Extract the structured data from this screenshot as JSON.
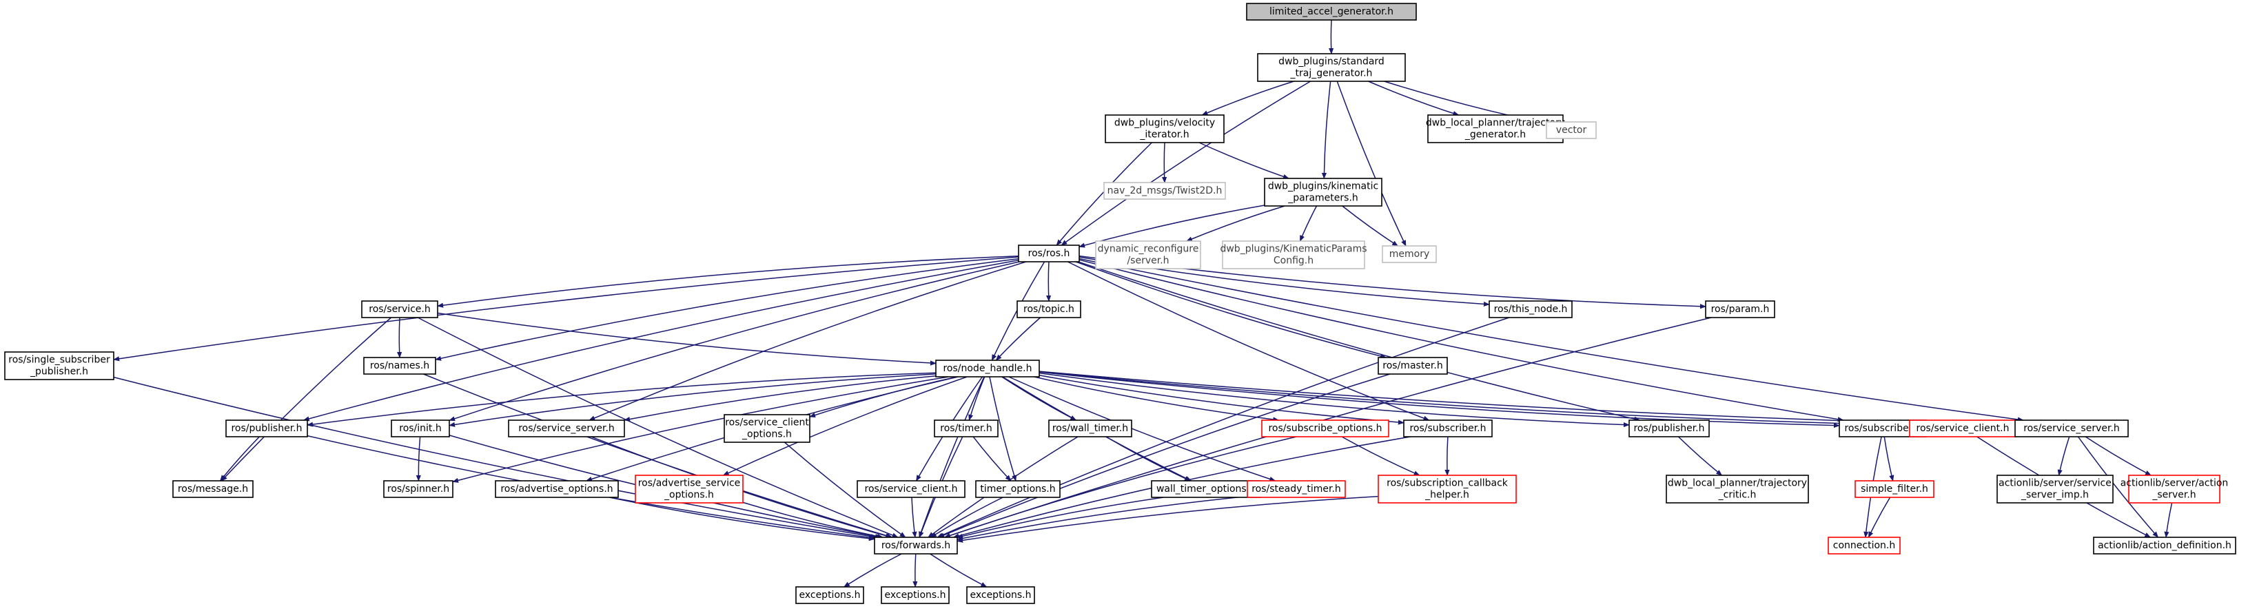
{
  "colors": {
    "edge": "#191970",
    "border_default": "#000000",
    "border_missing": "#bfbfbf",
    "border_truncated": "#ff0000",
    "root_fill": "#bfbfbf",
    "text_default": "#000000",
    "text_missing": "#404040"
  },
  "nodes": [
    {
      "id": "root",
      "lines": [
        "limited_accel_generator.h"
      ],
      "kind": "root"
    },
    {
      "id": "stg",
      "lines": [
        "dwb_plugins/standard",
        "_traj_generator.h"
      ],
      "kind": "normal"
    },
    {
      "id": "vel",
      "lines": [
        "dwb_plugins/velocity",
        "_iterator.h"
      ],
      "kind": "normal"
    },
    {
      "id": "dlp_tg",
      "lines": [
        "dwb_local_planner/trajectory",
        "_generator.h"
      ],
      "kind": "normal"
    },
    {
      "id": "vector",
      "lines": [
        "vector"
      ],
      "kind": "missing"
    },
    {
      "id": "twist",
      "lines": [
        "nav_2d_msgs/Twist2D.h"
      ],
      "kind": "missing"
    },
    {
      "id": "kin",
      "lines": [
        "dwb_plugins/kinematic",
        "_parameters.h"
      ],
      "kind": "normal"
    },
    {
      "id": "ros",
      "lines": [
        "ros/ros.h"
      ],
      "kind": "normal"
    },
    {
      "id": "dynrec",
      "lines": [
        "dynamic_reconfigure",
        "/server.h"
      ],
      "kind": "missing"
    },
    {
      "id": "kpc",
      "lines": [
        "dwb_plugins/KinematicParams",
        "Config.h"
      ],
      "kind": "missing"
    },
    {
      "id": "memory",
      "lines": [
        "memory"
      ],
      "kind": "missing"
    },
    {
      "id": "service",
      "lines": [
        "ros/service.h"
      ],
      "kind": "normal"
    },
    {
      "id": "topic",
      "lines": [
        "ros/topic.h"
      ],
      "kind": "normal"
    },
    {
      "id": "thisnode",
      "lines": [
        "ros/this_node.h"
      ],
      "kind": "normal"
    },
    {
      "id": "param",
      "lines": [
        "ros/param.h"
      ],
      "kind": "normal"
    },
    {
      "id": "ssp",
      "lines": [
        "ros/single_subscriber",
        "_publisher.h"
      ],
      "kind": "normal"
    },
    {
      "id": "names",
      "lines": [
        "ros/names.h"
      ],
      "kind": "normal"
    },
    {
      "id": "master",
      "lines": [
        "ros/master.h"
      ],
      "kind": "normal"
    },
    {
      "id": "nh",
      "lines": [
        "ros/node_handle.h"
      ],
      "kind": "normal"
    },
    {
      "id": "pub1",
      "lines": [
        "ros/publisher.h"
      ],
      "kind": "normal"
    },
    {
      "id": "init",
      "lines": [
        "ros/init.h"
      ],
      "kind": "normal"
    },
    {
      "id": "ssrv1",
      "lines": [
        "ros/service_server.h"
      ],
      "kind": "normal"
    },
    {
      "id": "sco",
      "lines": [
        "ros/service_client",
        "_options.h"
      ],
      "kind": "normal"
    },
    {
      "id": "timer",
      "lines": [
        "ros/timer.h"
      ],
      "kind": "normal"
    },
    {
      "id": "wtimer",
      "lines": [
        "ros/wall_timer.h"
      ],
      "kind": "normal"
    },
    {
      "id": "subopt",
      "lines": [
        "ros/subscribe_options.h"
      ],
      "kind": "truncated"
    },
    {
      "id": "sub1",
      "lines": [
        "ros/subscriber.h"
      ],
      "kind": "normal"
    },
    {
      "id": "pub2",
      "lines": [
        "ros/publisher.h"
      ],
      "kind": "normal"
    },
    {
      "id": "sub2",
      "lines": [
        "ros/subscriber.h"
      ],
      "kind": "normal"
    },
    {
      "id": "sclient1",
      "lines": [
        "ros/service_client.h"
      ],
      "kind": "truncated"
    },
    {
      "id": "ssrv2",
      "lines": [
        "ros/service_server.h"
      ],
      "kind": "normal"
    },
    {
      "id": "message",
      "lines": [
        "ros/message.h"
      ],
      "kind": "normal"
    },
    {
      "id": "spinner",
      "lines": [
        "ros/spinner.h"
      ],
      "kind": "normal"
    },
    {
      "id": "advopt",
      "lines": [
        "ros/advertise_options.h"
      ],
      "kind": "normal"
    },
    {
      "id": "advsrv",
      "lines": [
        "ros/advertise_service",
        "_options.h"
      ],
      "kind": "truncated"
    },
    {
      "id": "sclient2",
      "lines": [
        "ros/service_client.h"
      ],
      "kind": "normal"
    },
    {
      "id": "timeropt",
      "lines": [
        "timer_options.h"
      ],
      "kind": "normal"
    },
    {
      "id": "wtopt",
      "lines": [
        "wall_timer_options.h"
      ],
      "kind": "normal"
    },
    {
      "id": "steady",
      "lines": [
        "ros/steady_timer.h"
      ],
      "kind": "truncated"
    },
    {
      "id": "scbh",
      "lines": [
        "ros/subscription_callback",
        "_helper.h"
      ],
      "kind": "truncated"
    },
    {
      "id": "dlp_tc",
      "lines": [
        "dwb_local_planner/trajectory",
        "_critic.h"
      ],
      "kind": "normal"
    },
    {
      "id": "sfilter",
      "lines": [
        "simple_filter.h"
      ],
      "kind": "truncated"
    },
    {
      "id": "conn",
      "lines": [
        "connection.h"
      ],
      "kind": "truncated"
    },
    {
      "id": "alsimp",
      "lines": [
        "actionlib/server/service",
        "_server_imp.h"
      ],
      "kind": "normal"
    },
    {
      "id": "alas",
      "lines": [
        "actionlib/server/action",
        "_server.h"
      ],
      "kind": "truncated"
    },
    {
      "id": "alad",
      "lines": [
        "actionlib/action_definition.h"
      ],
      "kind": "normal"
    },
    {
      "id": "fwd",
      "lines": [
        "ros/forwards.h"
      ],
      "kind": "normal"
    },
    {
      "id": "exc1",
      "lines": [
        "exceptions.h"
      ],
      "kind": "normal"
    },
    {
      "id": "exc2",
      "lines": [
        "exceptions.h"
      ],
      "kind": "normal"
    },
    {
      "id": "exc3",
      "lines": [
        "exceptions.h"
      ],
      "kind": "normal"
    }
  ],
  "edges": [
    [
      "root",
      "stg"
    ],
    [
      "stg",
      "vel"
    ],
    [
      "stg",
      "kin"
    ],
    [
      "stg",
      "dlp_tg"
    ],
    [
      "stg",
      "vector"
    ],
    [
      "stg",
      "ros"
    ],
    [
      "stg",
      "memory"
    ],
    [
      "vel",
      "twist"
    ],
    [
      "vel",
      "kin"
    ],
    [
      "vel",
      "ros"
    ],
    [
      "kin",
      "ros"
    ],
    [
      "kin",
      "dynrec"
    ],
    [
      "kin",
      "kpc"
    ],
    [
      "kin",
      "memory"
    ],
    [
      "ros",
      "service"
    ],
    [
      "ros",
      "topic"
    ],
    [
      "ros",
      "thisnode"
    ],
    [
      "ros",
      "param"
    ],
    [
      "ros",
      "ssp"
    ],
    [
      "ros",
      "names"
    ],
    [
      "ros",
      "master"
    ],
    [
      "ros",
      "nh"
    ],
    [
      "ros",
      "pub1"
    ],
    [
      "ros",
      "init"
    ],
    [
      "ros",
      "ssrv1"
    ],
    [
      "ros",
      "sub1"
    ],
    [
      "ros",
      "pub2"
    ],
    [
      "ros",
      "sub2"
    ],
    [
      "ros",
      "ssrv2"
    ],
    [
      "service",
      "names"
    ],
    [
      "service",
      "nh"
    ],
    [
      "service",
      "message"
    ],
    [
      "service",
      "fwd"
    ],
    [
      "topic",
      "nh"
    ],
    [
      "names",
      "fwd"
    ],
    [
      "master",
      "fwd"
    ],
    [
      "thisnode",
      "fwd"
    ],
    [
      "param",
      "fwd"
    ],
    [
      "ssp",
      "fwd"
    ],
    [
      "nh",
      "pub1"
    ],
    [
      "nh",
      "init"
    ],
    [
      "nh",
      "spinner"
    ],
    [
      "nh",
      "ssrv1"
    ],
    [
      "nh",
      "advopt"
    ],
    [
      "nh",
      "advsrv"
    ],
    [
      "nh",
      "sco"
    ],
    [
      "nh",
      "fwd"
    ],
    [
      "nh",
      "sclient2"
    ],
    [
      "nh",
      "timer"
    ],
    [
      "nh",
      "timeropt"
    ],
    [
      "nh",
      "wtimer"
    ],
    [
      "nh",
      "wtopt"
    ],
    [
      "nh",
      "steady"
    ],
    [
      "nh",
      "subopt"
    ],
    [
      "nh",
      "sub1"
    ],
    [
      "nh",
      "pub2"
    ],
    [
      "nh",
      "sub2"
    ],
    [
      "nh",
      "sclient1"
    ],
    [
      "nh",
      "ssrv2"
    ],
    [
      "pub1",
      "message"
    ],
    [
      "pub1",
      "fwd"
    ],
    [
      "init",
      "spinner"
    ],
    [
      "init",
      "fwd"
    ],
    [
      "ssrv1",
      "fwd"
    ],
    [
      "sco",
      "fwd"
    ],
    [
      "timer",
      "timeropt"
    ],
    [
      "timer",
      "fwd"
    ],
    [
      "wtimer",
      "wtopt"
    ],
    [
      "wtimer",
      "fwd"
    ],
    [
      "subopt",
      "scbh"
    ],
    [
      "subopt",
      "fwd"
    ],
    [
      "sub1",
      "scbh"
    ],
    [
      "sub1",
      "fwd"
    ],
    [
      "pub2",
      "dlp_tc"
    ],
    [
      "sub2",
      "sfilter"
    ],
    [
      "sub2",
      "conn"
    ],
    [
      "sfilter",
      "conn"
    ],
    [
      "sclient1",
      "alad"
    ],
    [
      "ssrv2",
      "alsimp"
    ],
    [
      "ssrv2",
      "alas"
    ],
    [
      "ssrv2",
      "alad"
    ],
    [
      "alas",
      "alad"
    ],
    [
      "advopt",
      "fwd"
    ],
    [
      "advsrv",
      "fwd"
    ],
    [
      "sclient2",
      "fwd"
    ],
    [
      "timeropt",
      "fwd"
    ],
    [
      "wtopt",
      "fwd"
    ],
    [
      "steady",
      "fwd"
    ],
    [
      "scbh",
      "fwd"
    ],
    [
      "fwd",
      "exc1"
    ],
    [
      "fwd",
      "exc2"
    ],
    [
      "fwd",
      "exc3"
    ]
  ]
}
